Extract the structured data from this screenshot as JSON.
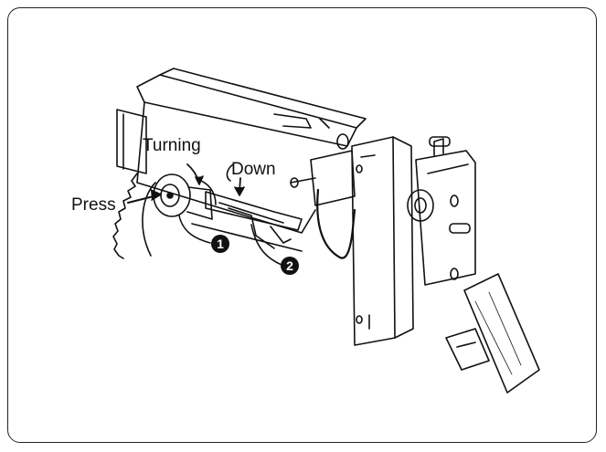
{
  "labels": {
    "turning": "Turning",
    "down": "Down",
    "press": "Press"
  },
  "markers": {
    "one": "1",
    "two": "2"
  },
  "colors": {
    "line": "#111111",
    "background": "#ffffff"
  }
}
